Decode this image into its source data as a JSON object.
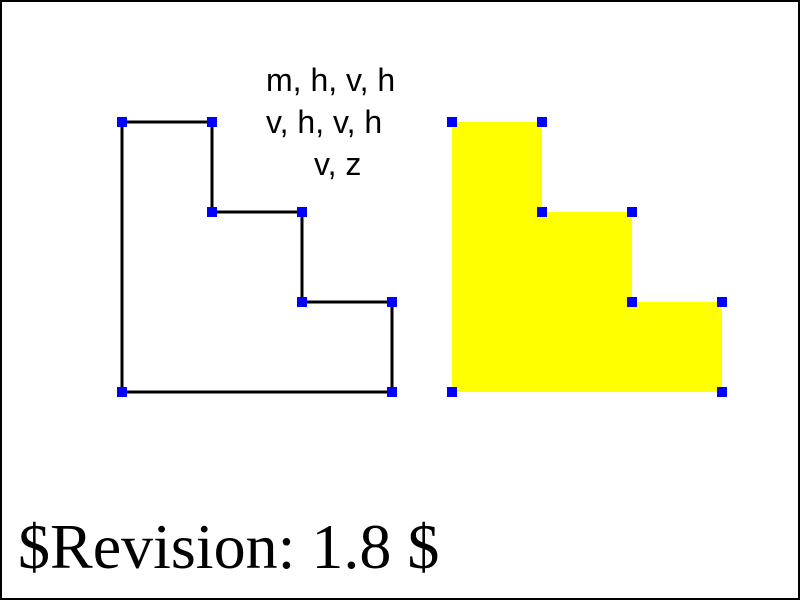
{
  "caption": {
    "line1": "m, h, v, h",
    "line2": "v, h, v, h",
    "line3": "v, z"
  },
  "footer": {
    "revision": "$Revision: 1.8 $"
  },
  "colors": {
    "outline_stroke": "#000000",
    "fill_shape": "#ffff00",
    "vertex_markers": "#0000ff",
    "frame_border": "#000000",
    "background": "#ffffff"
  },
  "shapes": {
    "left": {
      "style": "stroked-outline",
      "path_commands": [
        "m",
        "h",
        "v",
        "h",
        "v",
        "h",
        "v",
        "h",
        "v",
        "z"
      ]
    },
    "right": {
      "style": "filled",
      "path_commands": [
        "m",
        "h",
        "v",
        "h",
        "v",
        "h",
        "v",
        "h",
        "v",
        "z"
      ]
    }
  }
}
